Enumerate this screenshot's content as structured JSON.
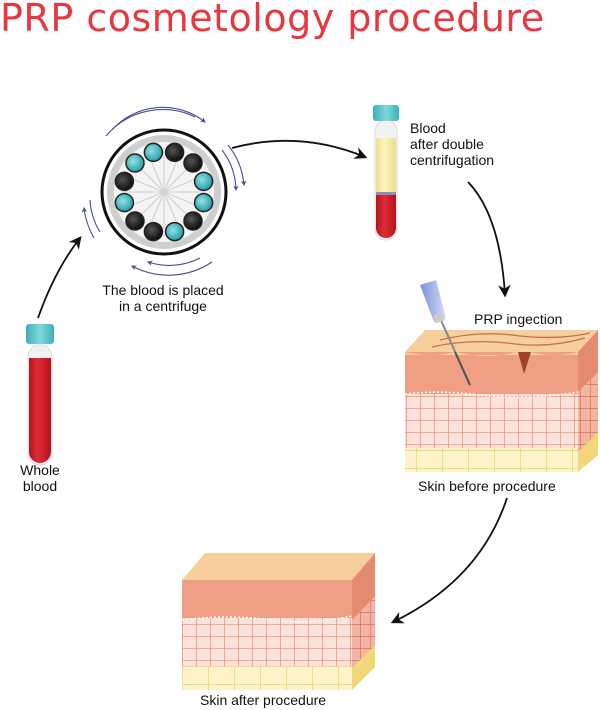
{
  "title": "PRP cosmetology procedure",
  "steps": [
    {
      "id": "whole-blood",
      "label_lines": [
        "Whole",
        "blood"
      ]
    },
    {
      "id": "centrifuge",
      "label_lines": [
        "The blood is placed",
        "in a centrifuge"
      ]
    },
    {
      "id": "separated-blood",
      "label_lines": [
        "Blood",
        "after double",
        "centrifugation"
      ]
    },
    {
      "id": "injection",
      "label_lines": [
        "PRP ingection"
      ]
    },
    {
      "id": "skin-before",
      "label_lines": [
        "Skin before procedure"
      ]
    },
    {
      "id": "skin-after",
      "label_lines": [
        "Skin after procedure"
      ]
    }
  ],
  "colors": {
    "title": "#e8373f",
    "blood": "#d3202e",
    "plasma": "#f7efa8",
    "cap": "#62c6cc",
    "epidermis_top": "#f6cf9c",
    "dermis": "#ef9f84",
    "fat": "#fbeeb4",
    "arrow": "#111111",
    "rotation_arrow": "#4a4f8c"
  }
}
